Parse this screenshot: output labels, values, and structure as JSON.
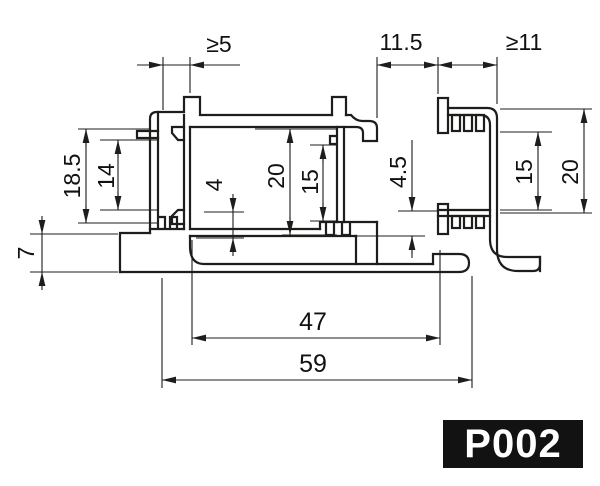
{
  "drawing": {
    "part_code": "P002",
    "type": "profile-cross-section",
    "dims": {
      "ge5": "≥5",
      "d11_5": "11.5",
      "ge11": "≥11",
      "d18_5": "18.5",
      "d14": "14",
      "d4": "4",
      "d20_left": "20",
      "d15_left": "15",
      "d4_5": "4.5",
      "d15_right": "15",
      "d20_right": "20",
      "d7": "7",
      "d47": "47",
      "d59": "59"
    },
    "colors": {
      "line": "#1d1d1b",
      "badge_bg": "#121212",
      "badge_text": "#ffffff",
      "background": "#ffffff"
    }
  }
}
